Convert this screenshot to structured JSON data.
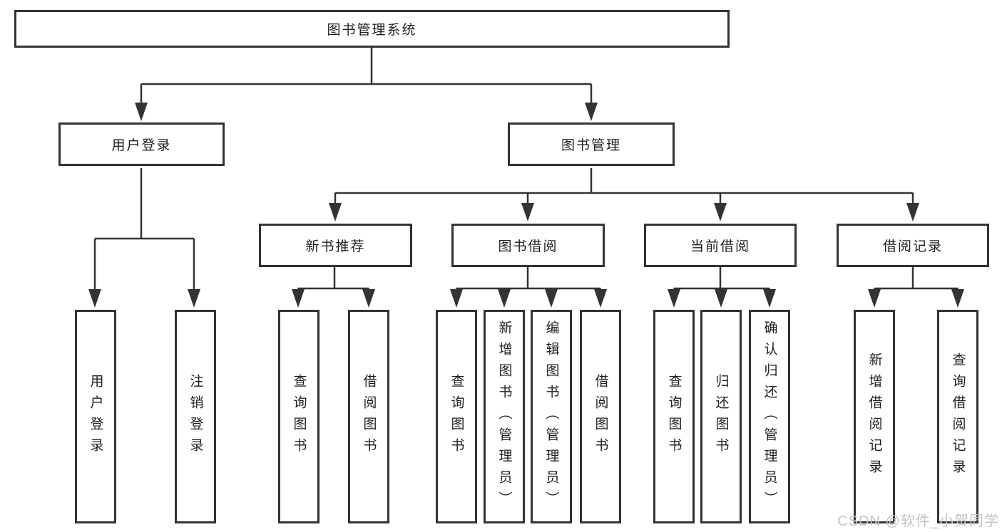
{
  "watermark": "CSDN @软件_小贺同学",
  "colors": {
    "line": "#333333",
    "box_border": "#333333",
    "box_fill": "#ffffff",
    "text": "#1f1f1f",
    "watermark": "#c3c3c3"
  },
  "tree": {
    "label": "图书管理系统",
    "children": [
      {
        "label": "用户登录",
        "children": [
          {
            "label": "用户登录"
          },
          {
            "label": "注销登录"
          }
        ]
      },
      {
        "label": "图书管理",
        "children": [
          {
            "label": "新书推荐",
            "children": [
              {
                "label": "查询图书"
              },
              {
                "label": "借阅图书"
              }
            ]
          },
          {
            "label": "图书借阅",
            "children": [
              {
                "label": "查询图书"
              },
              {
                "label": "新增图书（管理员）"
              },
              {
                "label": "编辑图书（管理员）"
              },
              {
                "label": "借阅图书"
              }
            ]
          },
          {
            "label": "当前借阅",
            "children": [
              {
                "label": "查询图书"
              },
              {
                "label": "归还图书"
              },
              {
                "label": "确认归还（管理员）"
              }
            ]
          },
          {
            "label": "借阅记录",
            "children": [
              {
                "label": "新增借阅记录"
              },
              {
                "label": "查询借阅记录"
              }
            ]
          }
        ]
      }
    ]
  }
}
